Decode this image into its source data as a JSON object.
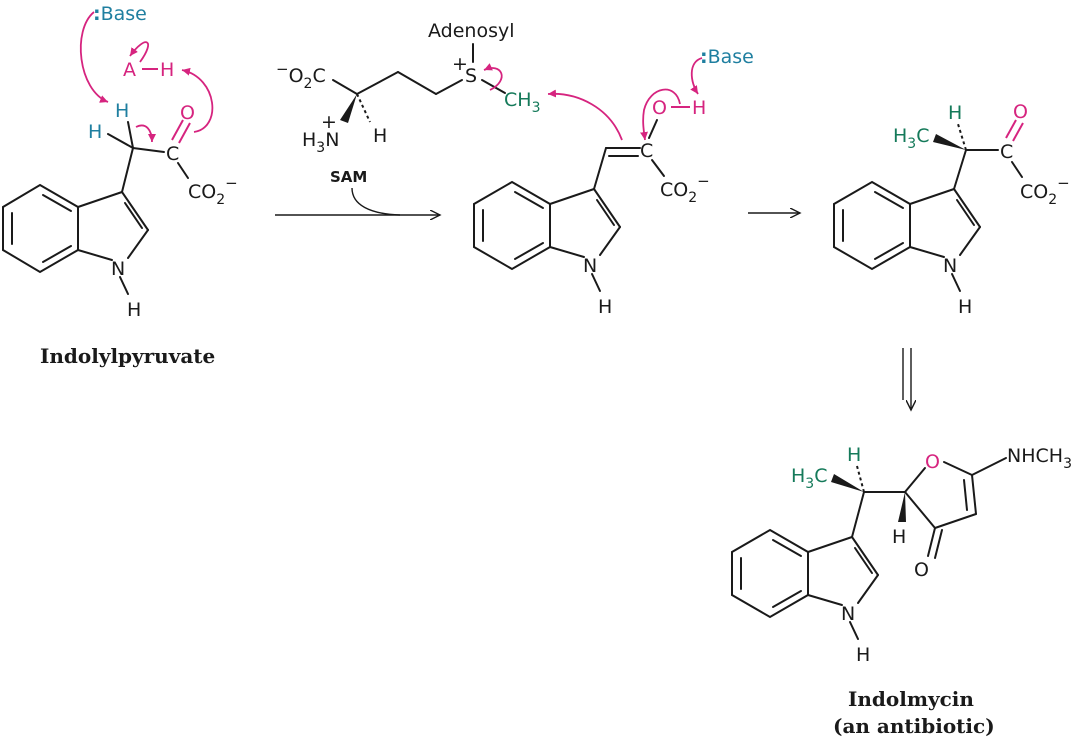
{
  "labels": {
    "base": "Base",
    "a_h_a": "A",
    "a_h_h": "H",
    "h_teal": "H",
    "h_black": "H",
    "o": "O",
    "c": "C",
    "co2": "CO",
    "sub2": "2",
    "minus": "−",
    "n": "N",
    "adenosyl": "Adenosyl",
    "s": "S",
    "plus": "+",
    "ch3": "CH",
    "sub3": "3",
    "o2c_o": "O",
    "h3n_h": "H",
    "oh_o": "O",
    "oh_h": "H",
    "h3c_h": "H",
    "nhch3": "NHCH",
    "sam": "SAM"
  },
  "names": {
    "indolylpyruvate": "Indolylpyruvate",
    "indolmycin": "Indolmycin",
    "indolmycin_note": "(an antibiotic)"
  },
  "colors": {
    "magenta": "#d6247f",
    "teal": "#1f7fa0",
    "green": "#157a5a",
    "black": "#1a1a1a"
  }
}
